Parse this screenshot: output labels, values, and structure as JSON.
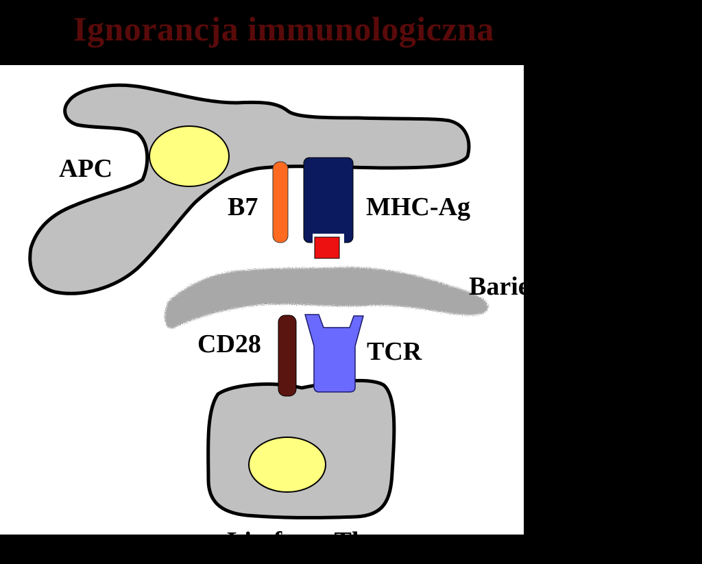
{
  "title": "Ignorancja immunologiczna",
  "labels": {
    "apc": "APC",
    "b7": "B7",
    "mhc": "MHC-Ag",
    "barrier": "Bariera tkankowa",
    "cd28": "CD28",
    "tcr": "TCR",
    "lymphocyte": "Limfocyt Th"
  },
  "colors": {
    "title": "#5a0a0a",
    "cell_fill": "#c0c0c0",
    "nucleus": "#ffff80",
    "b7": "#ff6a20",
    "mhc": "#0b1a5e",
    "antigen": "#ee1111",
    "cd28": "#5a1510",
    "tcr": "#6a6aff",
    "barrier": "#999999"
  }
}
